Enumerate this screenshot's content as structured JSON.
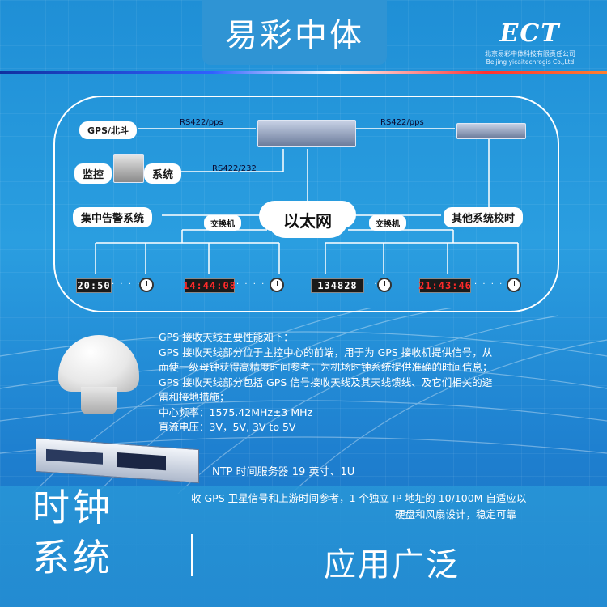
{
  "header": {
    "title": "易彩中体"
  },
  "logo": {
    "mark": "ECT",
    "cn_text": "北京易彩中体科技有限责任公司",
    "en_text": "Beijing yicaitechrogis Co.,Ltd"
  },
  "diagram": {
    "gps": "GPS/北斗",
    "monitor": "监控",
    "system": "系统",
    "rs422_pps_left": "RS422/pps",
    "rs422_pps_right": "RS422/pps",
    "rs422_232": "RS422/232",
    "alarm": "集中告警系统",
    "other": "其他系统校时",
    "switch_left": "交换机",
    "switch_right": "交换机",
    "ethernet": "以太网",
    "display1": "20:50",
    "display2": "14:44:08",
    "display3": "134828",
    "display4": "21:43:46"
  },
  "specs": {
    "line1": "GPS 接收天线主要性能如下：",
    "line2": "GPS 接收天线部分位于主控中心的前端，用于为 GPS 接收机提供信号，从",
    "line3": "而使一级母钟获得高精度时间参考，为机场时钟系统提供准确的时间信息；",
    "line4": " GPS 接收天线部分包括 GPS 信号接收天线及其天线馈线、及它们相关的避",
    "line5": "雷和接地措施；",
    "line6": "中心频率：1575.42MHz±3 MHz",
    "line7": "直流电压：3V，5V, 3V to 5V"
  },
  "product": {
    "ntp": "NTP 时间服务器  19 英寸、1U",
    "desc1": "收 GPS 卫星信号和上游时间参考，1 个独立 IP 地址的 10/100M 自适应以",
    "desc2": "硬盘和风扇设计，稳定可靠"
  },
  "footer": {
    "left_line1": "时钟",
    "left_line2": "系统",
    "right": "应用广泛"
  },
  "colors": {
    "accent": "#2f94d4",
    "display_red": "#ff2a2a",
    "display_white": "#ffffff"
  }
}
